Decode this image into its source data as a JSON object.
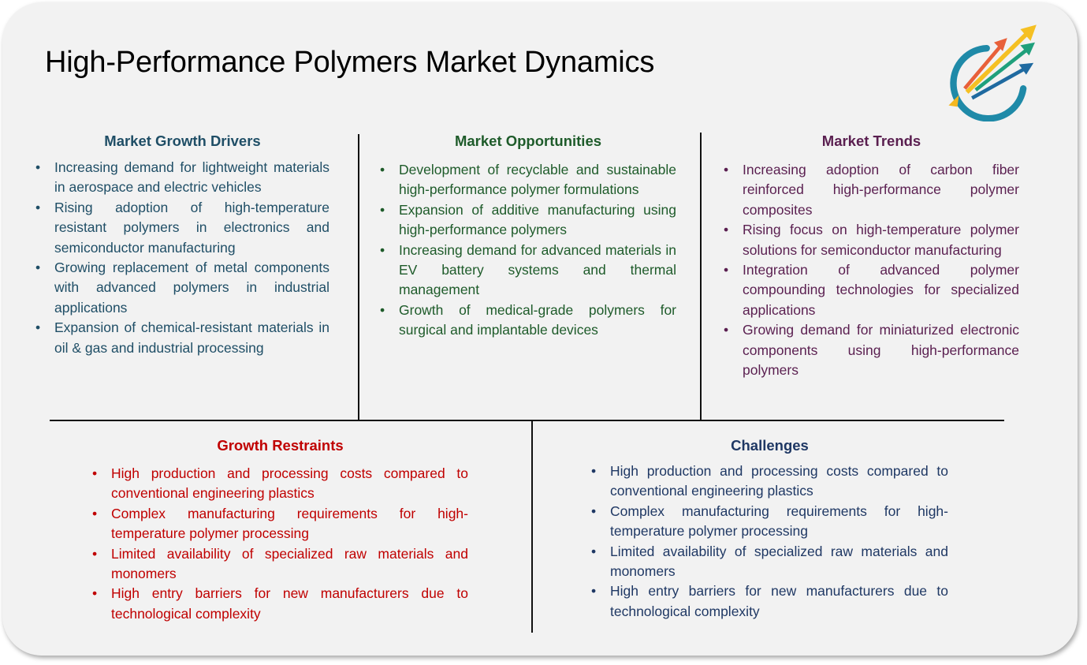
{
  "title": "High-Performance Polymers Market Dynamics",
  "colors": {
    "drivers": "#1f4e66",
    "opportunities": "#1e5b2a",
    "trends": "#5a1f50",
    "restraints": "#c00000",
    "challenges": "#1f3864"
  },
  "sections": [
    {
      "key": "drivers",
      "heading": "Market Growth Drivers",
      "items": [
        "Increasing demand for lightweight materials in aerospace and electric vehicles",
        "Rising adoption of high-temperature resistant polymers in electronics and semiconductor manufacturing",
        "Growing replacement of metal components with advanced polymers in industrial applications",
        "Expansion of chemical-resistant materials in oil & gas and industrial processing"
      ]
    },
    {
      "key": "opportunities",
      "heading": "Market Opportunities",
      "items": [
        "Development of recyclable and sustainable high-performance polymer formulations",
        "Expansion of additive manufacturing using high-performance polymers",
        "Increasing demand for advanced materials in EV battery systems and thermal management",
        "Growth of medical-grade polymers for surgical and implantable devices"
      ]
    },
    {
      "key": "trends",
      "heading": "Market Trends",
      "items": [
        "Increasing adoption of carbon fiber reinforced high-performance polymer composites",
        "Rising focus on high-temperature polymer solutions for semiconductor manufacturing",
        "Integration of advanced polymer compounding technologies for specialized applications",
        "Growing demand for miniaturized electronic components using high-performance polymers"
      ]
    },
    {
      "key": "restraints",
      "heading": "Growth Restraints",
      "items": [
        "High production and processing costs compared to conventional engineering plastics",
        "Complex manufacturing requirements for high-temperature polymer processing",
        "Limited availability of specialized raw materials and monomers",
        "High entry barriers for new manufacturers due to technological complexity"
      ]
    },
    {
      "key": "challenges",
      "heading": "Challenges",
      "items": [
        "High production and processing costs compared to conventional engineering plastics",
        "Complex manufacturing requirements for high-temperature polymer processing",
        "Limited availability of specialized raw materials and monomers",
        "High entry barriers for new manufacturers due to technological complexity"
      ]
    }
  ]
}
